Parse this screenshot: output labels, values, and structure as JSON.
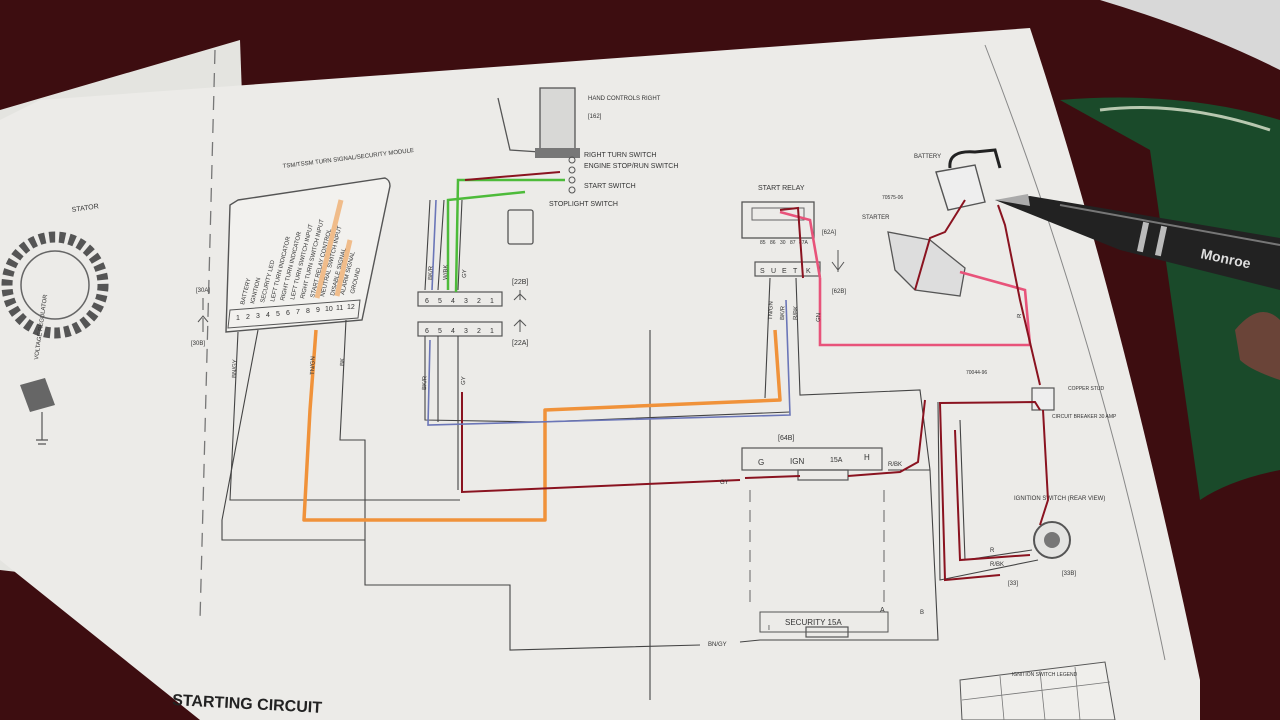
{
  "title": "STARTING CIRCUIT",
  "components": {
    "stator": "STATOR",
    "voltage_regulator": "VOLTAGE REGULATOR",
    "tsm": "TSM/TSSM TURN SIGNAL/SECURITY MODULE",
    "tsm_functions": [
      "BATTERY",
      "IGNITION",
      "SECURITY LED",
      "LEFT TURN INDICATOR",
      "RIGHT TURN INDICATOR",
      "LEFT TURN SWITCH INPUT",
      "RIGHT TURN SWITCH INPUT",
      "START RELAY CONTROL",
      "NEUTRAL SWITCH INPUT",
      "DISABLE SIGNAL",
      "ALARM SIGNAL",
      "GROUND"
    ],
    "tsm_pins": [
      "1",
      "2",
      "3",
      "4",
      "5",
      "6",
      "7",
      "8",
      "9",
      "10",
      "11",
      "12"
    ],
    "hand_controls": "HAND CONTROLS RIGHT",
    "hand_controls_ref": "[162]",
    "right_turn_switch": "RIGHT TURN SWITCH",
    "engine_stop_run": "ENGINE STOP/RUN SWITCH",
    "start_switch": "START SWITCH",
    "stoplight_switch": "STOPLIGHT SWITCH",
    "start_relay": "START RELAY",
    "relay_pins": [
      "85",
      "86",
      "30",
      "87",
      "87A"
    ],
    "relay_connector_pins": [
      "S",
      "U",
      "E",
      "T",
      "K"
    ],
    "battery": "BATTERY",
    "starter": "STARTER",
    "circuit_breaker": "CIRCUIT BREAKER 30 AMP",
    "copper_stud": "COPPER STUD",
    "ignition_switch": "IGNITION SWITCH (REAR VIEW)",
    "ignition_switch_ref": "[33]",
    "ignition_legend": "IGNITION SWITCH LEGEND",
    "fuse_block_ref": "[64B]",
    "ign_fuse": "IGN",
    "ign_fuse_amp": "15A",
    "fuse_g": "G",
    "fuse_h": "H",
    "security_fuse": "SECURITY 15A"
  },
  "connectors": {
    "c30a": "[30A]",
    "c30b": "[30B]",
    "c22b": "[22B]",
    "c22a": "[22A]",
    "c62a": "[62A]",
    "c62b": "[62B]",
    "c33b": "[33B]",
    "pins_top": [
      "6",
      "5",
      "4",
      "3",
      "2",
      "1"
    ],
    "pins_bottom": [
      "6",
      "5",
      "4",
      "3",
      "2",
      "1"
    ]
  },
  "wire_labels": {
    "bn_gy": "BN/GY",
    "tn_gn": "TN/GN",
    "bk": "BK",
    "bk_r": "BK/R",
    "w_bk": "W/BK",
    "gy": "GY",
    "r_bk": "R/BK",
    "r": "R",
    "gn": "GN",
    "part_no_1": "70575-06",
    "part_no_2": "70044-96",
    "letter_i": "I",
    "letter_a": "A",
    "letter_b": "B"
  },
  "pen": {
    "brand": "Monroe"
  },
  "colors": {
    "orange": "#f0923a",
    "pink": "#e8537a",
    "green": "#4dbb3a",
    "red_pen": "#8a1320",
    "blue_pen": "#6b76b8",
    "paper": "#ecebe8",
    "line": "#555555",
    "background": "#3d0d10",
    "mat": "#1a4a2a"
  }
}
